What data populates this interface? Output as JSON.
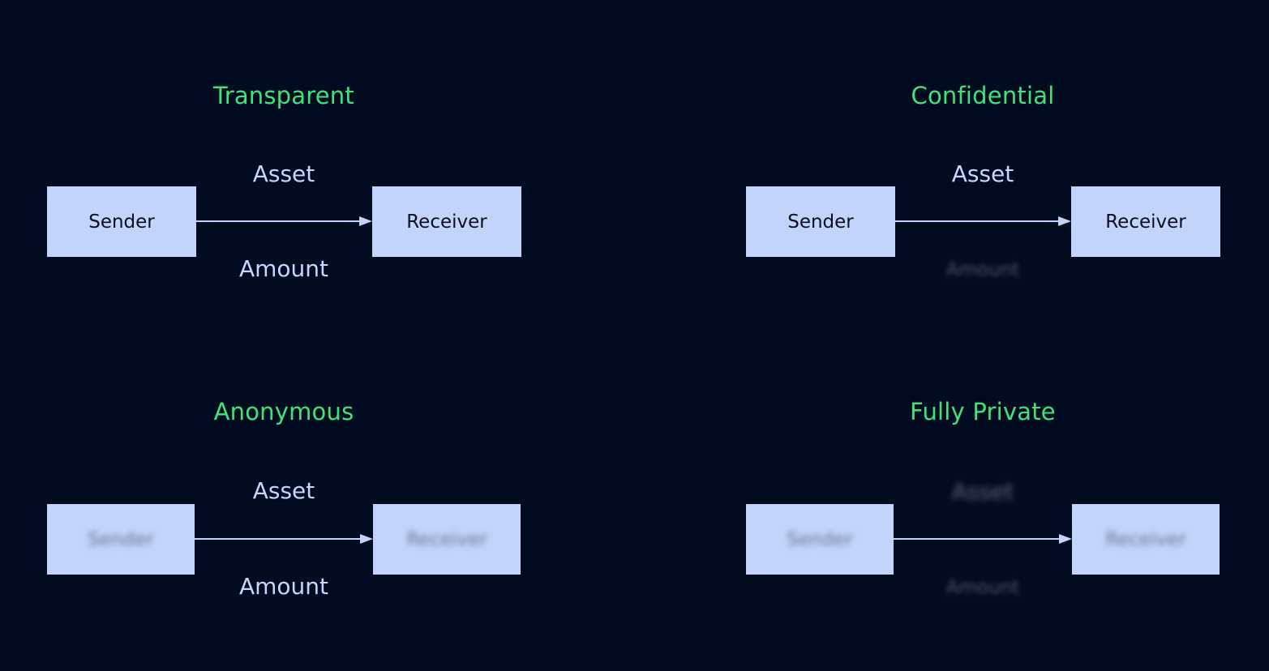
{
  "panels": {
    "transparent": {
      "title": "Transparent",
      "sender": "Sender",
      "receiver": "Receiver",
      "asset": "Asset",
      "amount": "Amount"
    },
    "confidential": {
      "title": "Confidential",
      "sender": "Sender",
      "receiver": "Receiver",
      "asset": "Asset",
      "amount": "Amount"
    },
    "anonymous": {
      "title": "Anonymous",
      "sender": "Sender",
      "receiver": "Receiver",
      "asset": "Asset",
      "amount": "Amount"
    },
    "fully_private": {
      "title": "Fully Private",
      "sender": "Sender",
      "receiver": "Receiver",
      "asset": "Asset",
      "amount": "Amount"
    }
  },
  "colors": {
    "background": "#020c20",
    "title": "#40e27a",
    "node_fill": "#c2d4fb",
    "label": "#c7d5ff",
    "arrow": "#c2d4fb"
  }
}
